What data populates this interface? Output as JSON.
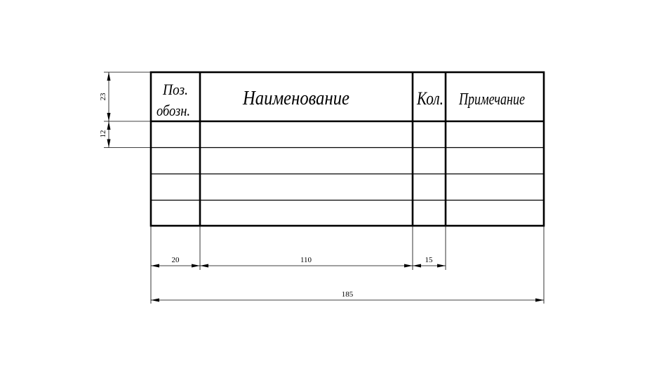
{
  "table": {
    "headers": {
      "pos_line1": "Поз.",
      "pos_line2": "обозн.",
      "name": "Наименование",
      "qty": "Кол.",
      "note": "Примечание"
    },
    "empty_rows": 4
  },
  "dimensions": {
    "header_height": "23",
    "row_height": "12",
    "col_pos_width": "20",
    "col_name_width": "110",
    "col_qty_width": "15",
    "total_width": "185"
  }
}
